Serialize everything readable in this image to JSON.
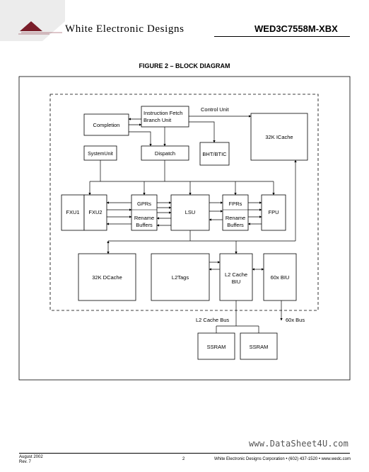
{
  "header": {
    "company_name": "White Electronic Designs",
    "part_number": "WED3C7558M-XBX"
  },
  "figure": {
    "title": "FIGURE 2 – BLOCK DIAGRAM",
    "labels": {
      "control_unit": "Control Unit",
      "instruction_fetch_1": "Instruction Fetch",
      "instruction_fetch_2": "Branch Unit",
      "completion": "Completion",
      "icache": "32K ICache",
      "system_unit": "SystemUnit",
      "dispatch": "Dispatch",
      "bht": "BHT/BTIC",
      "fxu1": "FXU1",
      "fxu2": "FXU2",
      "gprs": "GPRs",
      "gpr_rename_1": "Rename",
      "gpr_rename_2": "Buffers",
      "lsu": "LSU",
      "fprs": "FPRs",
      "fpr_rename_1": "Rename",
      "fpr_rename_2": "Buffers",
      "fpu": "FPU",
      "dcache": "32K DCache",
      "l2tags": "L2Tags",
      "l2biu_1": "L2 Cache",
      "l2biu_2": "BIU",
      "biu60x": "60x BIU",
      "l2_bus": "L2 Cache Bus",
      "bus60x": "60x Bus",
      "ssram_1": "SSRAM",
      "ssram_2": "SSRAM"
    }
  },
  "footer": {
    "date": "August 2002",
    "rev": "Rev. 7",
    "page": "2",
    "corp": "White Electronic Designs Corporation • (602) 437-1520 • www.wedc.com"
  },
  "watermark": "www.DataSheet4U.com"
}
